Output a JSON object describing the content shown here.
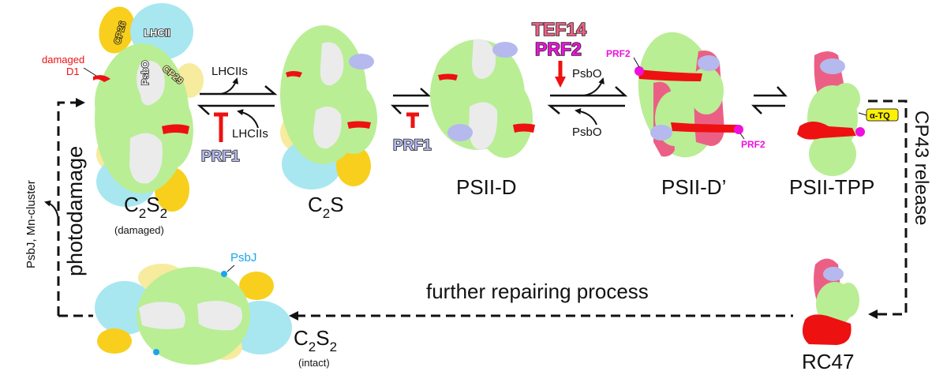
{
  "title": "PSII repair cycle schematic",
  "colors": {
    "core_green": "#b9ee95",
    "white_psbo": "#ebebeb",
    "lhcii_cyan": "#a8e7f0",
    "cp26_gold": "#f8cf1c",
    "cp29_yellow": "#f7eb9e",
    "d1_red": "#ee1111",
    "prf1_lavender": "#b5b9ee",
    "tef14_pink": "#ec5f85",
    "prf2_magenta": "#ee11dd",
    "psbj_blue": "#1aa6e8",
    "arrow_black": "#111111",
    "inhibit_red": "#ee1111",
    "tq_yellow": "#fff200"
  },
  "complexes": {
    "c2s2_damaged": {
      "name_main": "C",
      "sub1": "2",
      "name_mid": "S",
      "sub2": "2",
      "note": "(damaged)"
    },
    "c2s": {
      "name_main": "C",
      "sub1": "2",
      "name_mid": "S"
    },
    "psii_d": {
      "name": "PSII-D"
    },
    "psii_d_prime": {
      "name": "PSII-D’"
    },
    "psii_tpp": {
      "name": "PSII-TPP"
    },
    "rc47": {
      "name": "RC47"
    },
    "c2s2_intact": {
      "name_main": "C",
      "sub1": "2",
      "name_mid": "S",
      "sub2": "2",
      "note": "(intact)"
    }
  },
  "structure_labels": {
    "cp26": "CP26",
    "lhcii": "LHCII",
    "psbo": "PsbO",
    "cp29": "CP29",
    "damaged_d1_line1": "damaged",
    "damaged_d1_line2": "D1",
    "prf2_left": "PRF2",
    "prf2_right": "PRF2",
    "alpha_tq": "α-TQ",
    "psbj": "PsbJ"
  },
  "reactions": {
    "step1": {
      "forward_label": "LHCIIs",
      "reverse_label": "LHCIIs",
      "inhibitor": "PRF1"
    },
    "step2": {
      "inhibitor": "PRF1"
    },
    "step3": {
      "promoter_1": "TEF14",
      "promoter_2": "PRF2",
      "forward_label": "PsbO",
      "reverse_label": "PsbO"
    },
    "step4": {}
  },
  "cycle": {
    "left_process": "photodamage",
    "left_side_release": "PsbJ, Mn-cluster",
    "right_process": "CP43 release",
    "bottom_process": "further repairing process"
  }
}
